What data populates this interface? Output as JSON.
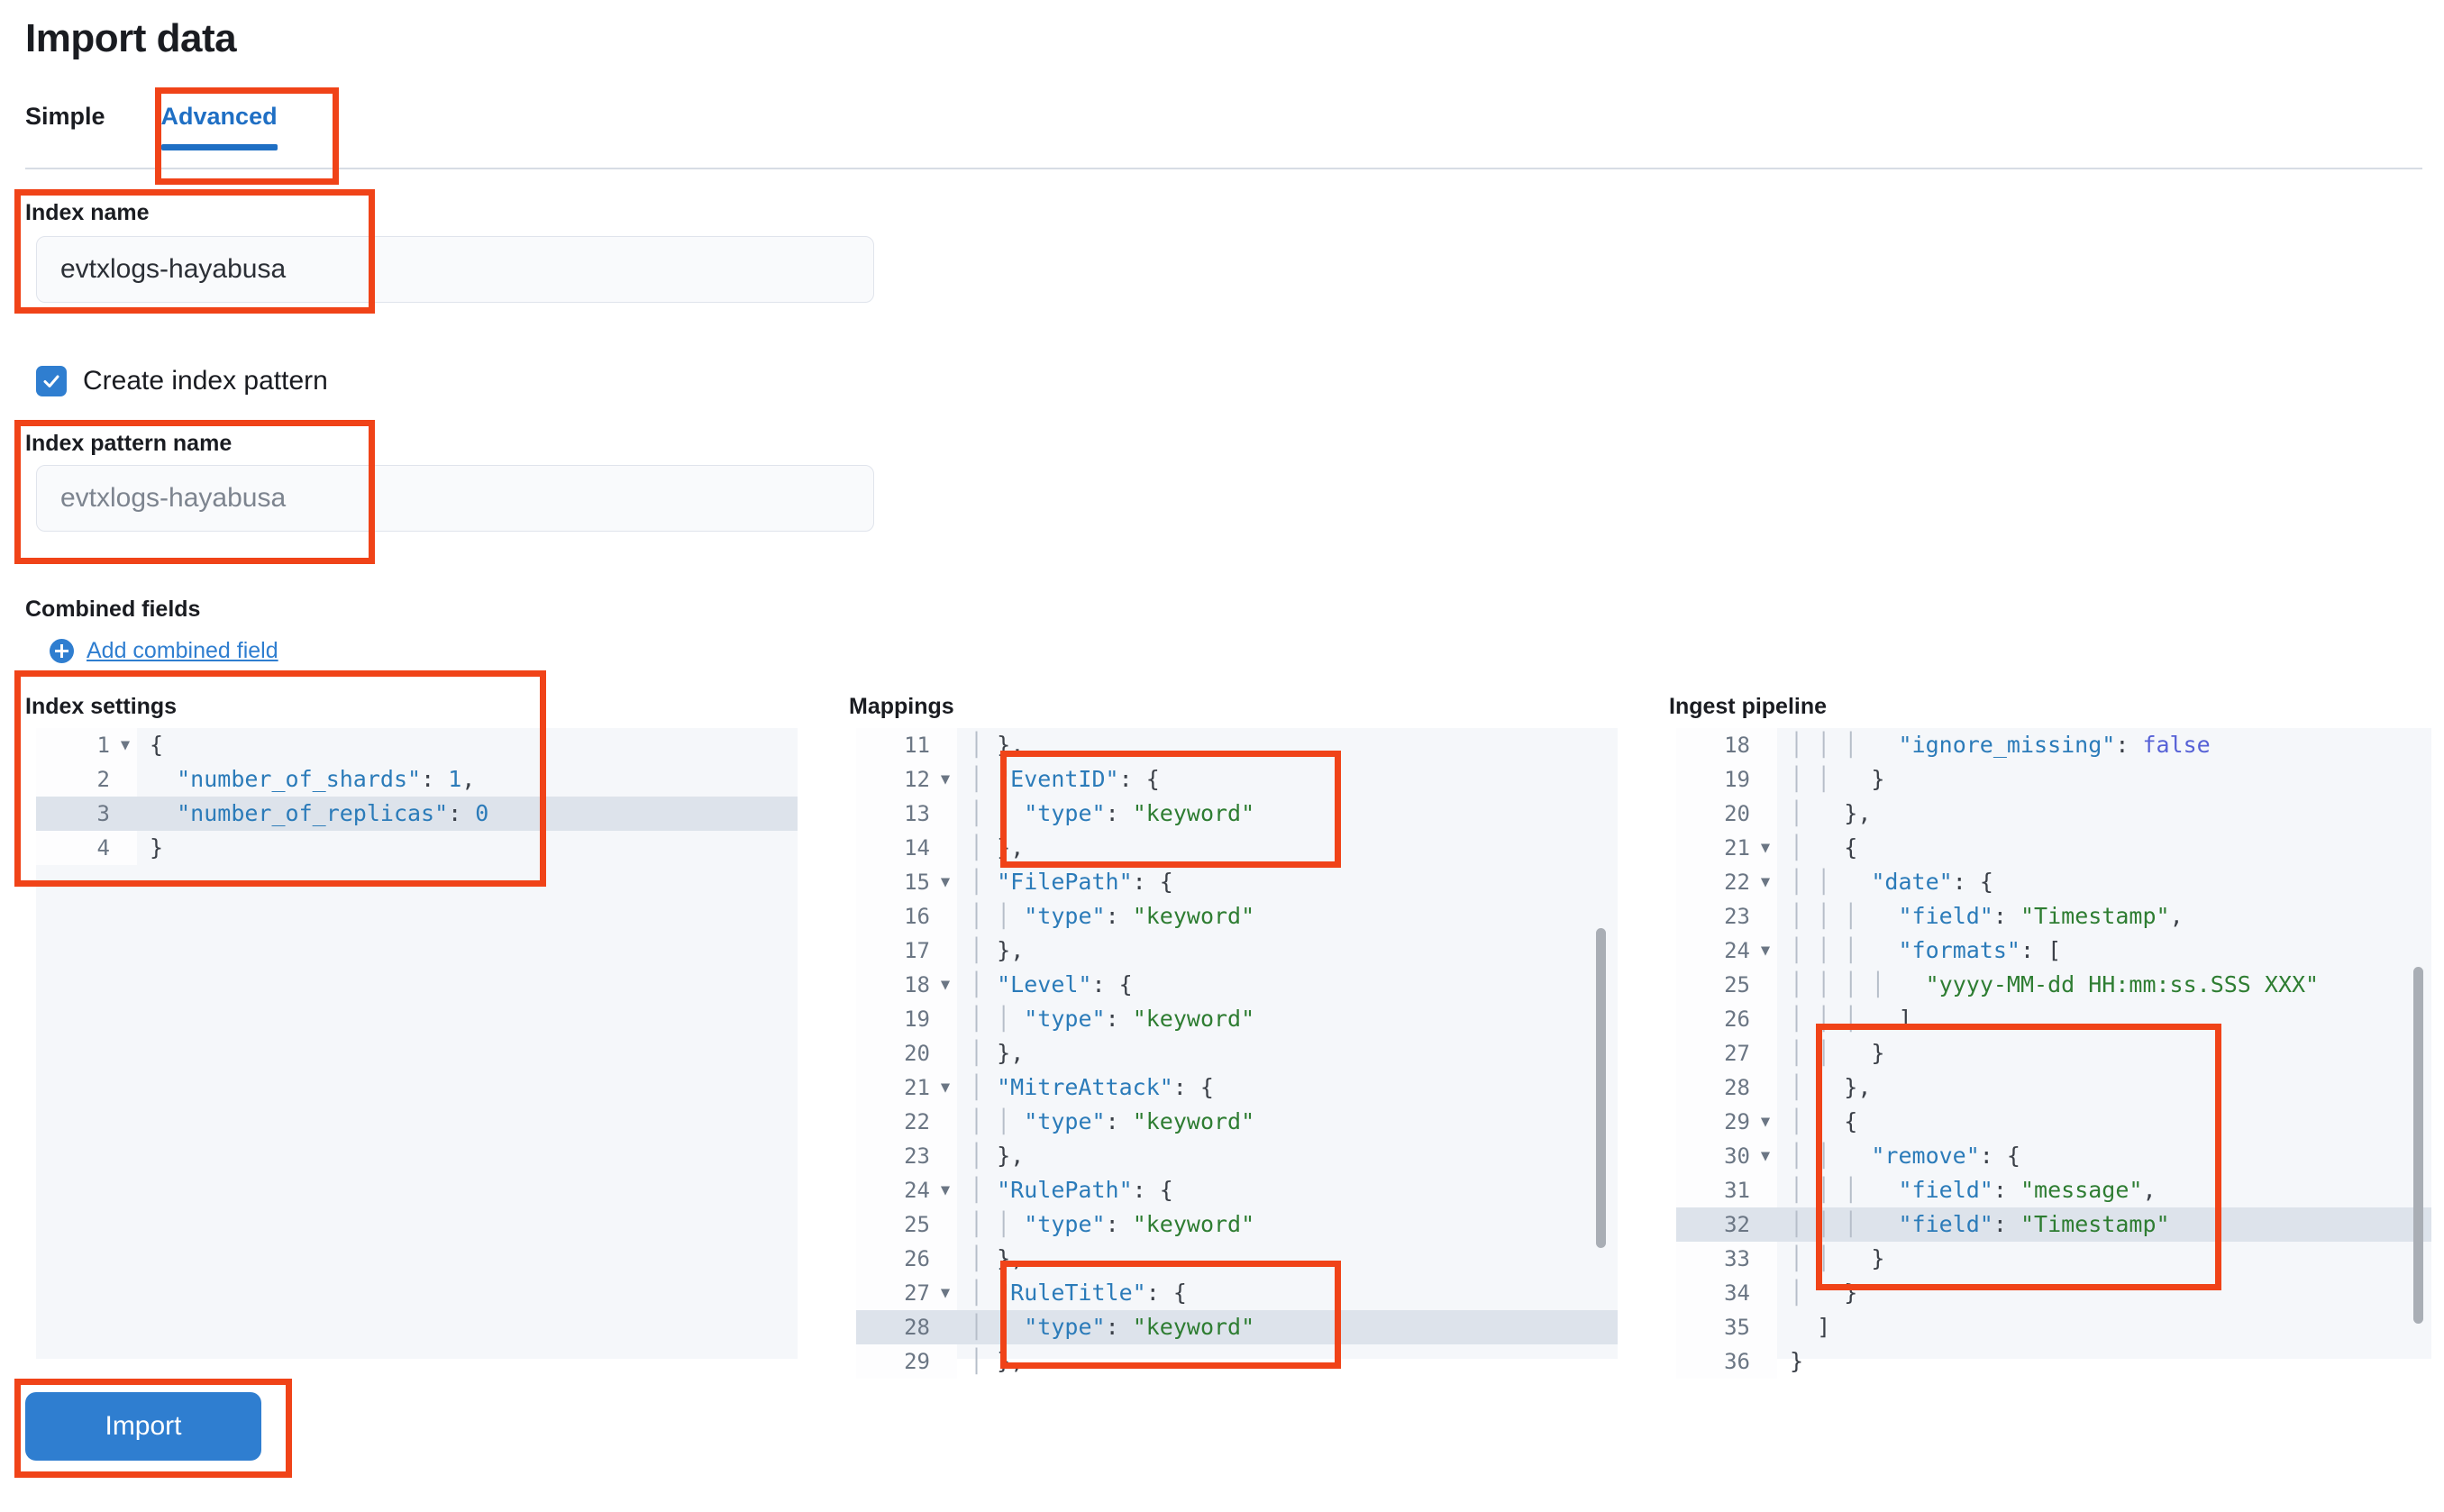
{
  "page": {
    "title": "Import data"
  },
  "tabs": [
    {
      "label": "Simple",
      "active": false
    },
    {
      "label": "Advanced",
      "active": true
    }
  ],
  "form": {
    "index_name": {
      "label": "Index name",
      "value": "evtxlogs-hayabusa"
    },
    "create_index_pattern": {
      "label": "Create index pattern",
      "checked": true
    },
    "index_pattern_name": {
      "label": "Index pattern name",
      "value": "evtxlogs-hayabusa"
    },
    "combined_fields": {
      "label": "Combined fields",
      "add_link": "Add combined field"
    },
    "import_button": "Import"
  },
  "editors": {
    "index_settings": {
      "title": "Index settings",
      "first_line": 1,
      "highlight_line": 3,
      "lines": [
        {
          "num": 1,
          "fold": true,
          "text": "{"
        },
        {
          "num": 2,
          "fold": false,
          "text": "  \"number_of_shards\": 1,"
        },
        {
          "num": 3,
          "fold": false,
          "text": "  \"number_of_replicas\": 0"
        },
        {
          "num": 4,
          "fold": false,
          "text": "}"
        }
      ]
    },
    "mappings": {
      "title": "Mappings",
      "first_line": 11,
      "highlight_line": 28,
      "lines": [
        {
          "num": 11,
          "fold": false,
          "text": "  },",
          "guides": 1
        },
        {
          "num": 12,
          "fold": true,
          "text": "  \"EventID\": {",
          "guides": 1
        },
        {
          "num": 13,
          "fold": false,
          "text": "    \"type\": \"keyword\"",
          "guides": 2
        },
        {
          "num": 14,
          "fold": false,
          "text": "  },",
          "guides": 1
        },
        {
          "num": 15,
          "fold": true,
          "text": "  \"FilePath\": {",
          "guides": 1
        },
        {
          "num": 16,
          "fold": false,
          "text": "    \"type\": \"keyword\"",
          "guides": 2
        },
        {
          "num": 17,
          "fold": false,
          "text": "  },",
          "guides": 1
        },
        {
          "num": 18,
          "fold": true,
          "text": "  \"Level\": {",
          "guides": 1
        },
        {
          "num": 19,
          "fold": false,
          "text": "    \"type\": \"keyword\"",
          "guides": 2
        },
        {
          "num": 20,
          "fold": false,
          "text": "  },",
          "guides": 1
        },
        {
          "num": 21,
          "fold": true,
          "text": "  \"MitreAttack\": {",
          "guides": 1
        },
        {
          "num": 22,
          "fold": false,
          "text": "    \"type\": \"keyword\"",
          "guides": 2
        },
        {
          "num": 23,
          "fold": false,
          "text": "  },",
          "guides": 1
        },
        {
          "num": 24,
          "fold": true,
          "text": "  \"RulePath\": {",
          "guides": 1
        },
        {
          "num": 25,
          "fold": false,
          "text": "    \"type\": \"keyword\"",
          "guides": 2
        },
        {
          "num": 26,
          "fold": false,
          "text": "  },",
          "guides": 1
        },
        {
          "num": 27,
          "fold": true,
          "text": "  \"RuleTitle\": {",
          "guides": 1
        },
        {
          "num": 28,
          "fold": false,
          "text": "    \"type\": \"keyword\"",
          "guides": 2
        },
        {
          "num": 29,
          "fold": false,
          "text": "  },",
          "guides": 1
        }
      ]
    },
    "ingest_pipeline": {
      "title": "Ingest pipeline",
      "first_line": 18,
      "highlight_line": 32,
      "lines": [
        {
          "num": 18,
          "fold": false,
          "text": "        \"ignore_missing\": false",
          "guides": 3
        },
        {
          "num": 19,
          "fold": false,
          "text": "      }",
          "guides": 2
        },
        {
          "num": 20,
          "fold": false,
          "text": "    },",
          "guides": 1
        },
        {
          "num": 21,
          "fold": true,
          "text": "    {",
          "guides": 1
        },
        {
          "num": 22,
          "fold": true,
          "text": "      \"date\": {",
          "guides": 2
        },
        {
          "num": 23,
          "fold": false,
          "text": "        \"field\": \"Timestamp\",",
          "guides": 3
        },
        {
          "num": 24,
          "fold": true,
          "text": "        \"formats\": [",
          "guides": 3
        },
        {
          "num": 25,
          "fold": false,
          "text": "          \"yyyy-MM-dd HH:mm:ss.SSS XXX\"",
          "guides": 4
        },
        {
          "num": 26,
          "fold": false,
          "text": "        ]",
          "guides": 3
        },
        {
          "num": 27,
          "fold": false,
          "text": "      }",
          "guides": 2
        },
        {
          "num": 28,
          "fold": false,
          "text": "    },",
          "guides": 1
        },
        {
          "num": 29,
          "fold": true,
          "text": "    {",
          "guides": 1
        },
        {
          "num": 30,
          "fold": true,
          "text": "      \"remove\": {",
          "guides": 2
        },
        {
          "num": 31,
          "fold": false,
          "text": "        \"field\": \"message\",",
          "guides": 3
        },
        {
          "num": 32,
          "fold": false,
          "text": "        \"field\": \"Timestamp\"",
          "guides": 3
        },
        {
          "num": 33,
          "fold": false,
          "text": "      }",
          "guides": 2
        },
        {
          "num": 34,
          "fold": false,
          "text": "    }",
          "guides": 1
        },
        {
          "num": 35,
          "fold": false,
          "text": "  ]",
          "guides": 0
        },
        {
          "num": 36,
          "fold": false,
          "text": "}",
          "guides": 0
        }
      ]
    }
  },
  "colors": {
    "accent": "#2f7ed0",
    "annotation": "#f04318",
    "string": "#2e7d32",
    "key": "#2b7bb9",
    "boolean": "#5661d6"
  }
}
